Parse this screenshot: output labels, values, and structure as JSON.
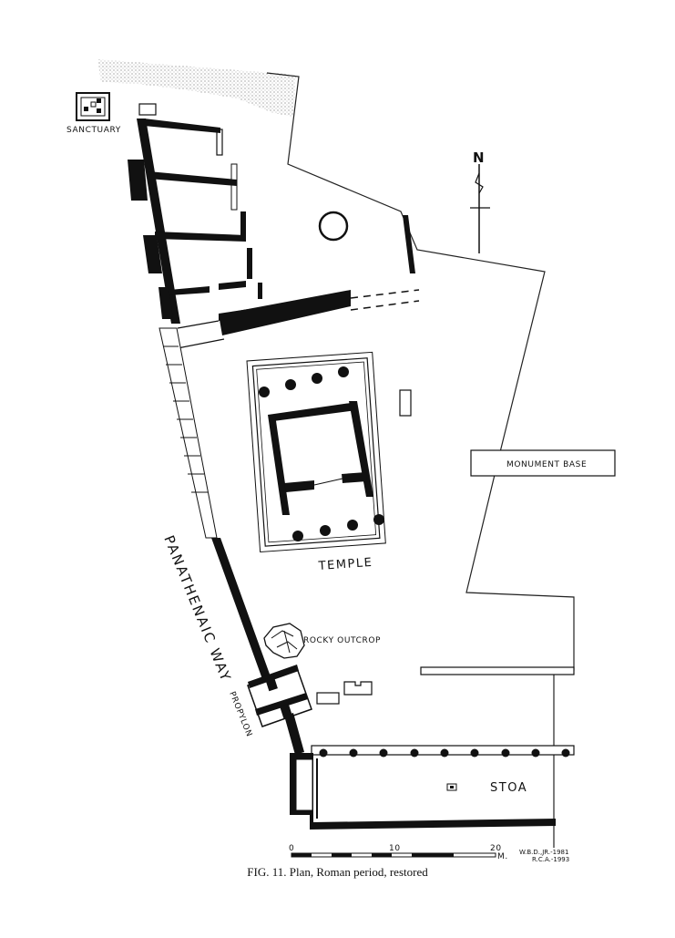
{
  "labels": {
    "sanctuary": "SANCTUARY",
    "temple": "TEMPLE",
    "monument_base": "MONUMENT BASE",
    "panathenaic_way": "PANATHENAIC WAY",
    "rocky_outcrop": "ROCKY OUTCROP",
    "propylon": "PROPYLON",
    "stoa": "STOA",
    "north": "N"
  },
  "scale_bar": {
    "ticks": [
      "0",
      "10",
      "20"
    ],
    "unit": "M."
  },
  "credits": [
    "W.B.D.,JR.-1981",
    "R.C.A.-1993"
  ],
  "caption": "FIG. 11. Plan, Roman period, restored"
}
